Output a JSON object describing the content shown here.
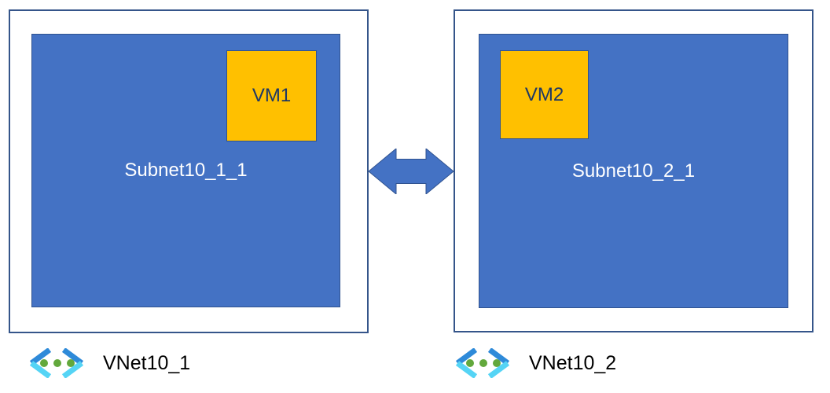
{
  "diagram": {
    "vnets": [
      {
        "name": "VNet10_1",
        "subnet": {
          "label": "Subnet10_1_1",
          "vm": "VM1"
        }
      },
      {
        "name": "VNet10_2",
        "subnet": {
          "label": "Subnet10_2_1",
          "vm": "VM2"
        }
      }
    ],
    "connection": "bidirectional-peering-arrow"
  },
  "icons": {
    "vnet": "azure-virtual-network-icon",
    "peering": "double-headed-arrow-icon"
  },
  "colors": {
    "subnet_fill": "#4472C4",
    "subnet_border": "#2F528F",
    "subnet_text": "#FFFFFF",
    "vnet_box_border": "#35558A",
    "vm_fill": "#FFC000",
    "vm_border": "#2F528F",
    "vm_text": "#1F3864",
    "caption_text": "#000000",
    "arrow_fill": "#4472C4",
    "arrow_border": "#2F528F",
    "icon_chevron_top": "#2E8AD9",
    "icon_chevron_bottom": "#55D4F5",
    "icon_dots": "#62A83C"
  }
}
